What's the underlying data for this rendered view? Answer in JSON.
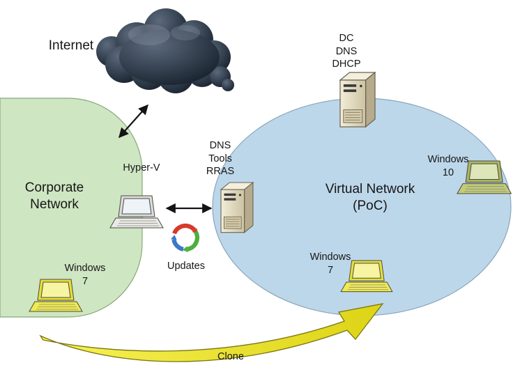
{
  "diagram": {
    "labels": {
      "internet": "Internet",
      "corporate_network": "Corporate\nNetwork",
      "virtual_network": "Virtual Network\n(PoC)",
      "hyperv": "Hyper-V",
      "rras_server": "DNS\nTools\nRRAS",
      "dc_server": "DC\nDNS\nDHCP",
      "windows10": "Windows\n10",
      "windows7_corporate": "Windows\n7",
      "windows7_poc": "Windows\n7",
      "updates": "Updates",
      "clone": "Clone"
    },
    "colors": {
      "corporate_network_fill": "#cfe6c2",
      "corporate_network_stroke": "#88a87c",
      "virtual_network_fill": "#bdd7ea",
      "virtual_network_stroke": "#8aa5bb",
      "cloud_dark": "#141d29",
      "cloud_light": "#5b6a7c",
      "clone_arrow_fill": "#f0e832",
      "clone_arrow_stroke": "#7a7410",
      "update_blue": "#3b78c8",
      "update_red": "#d63a2a",
      "update_green": "#4fae3f"
    }
  }
}
